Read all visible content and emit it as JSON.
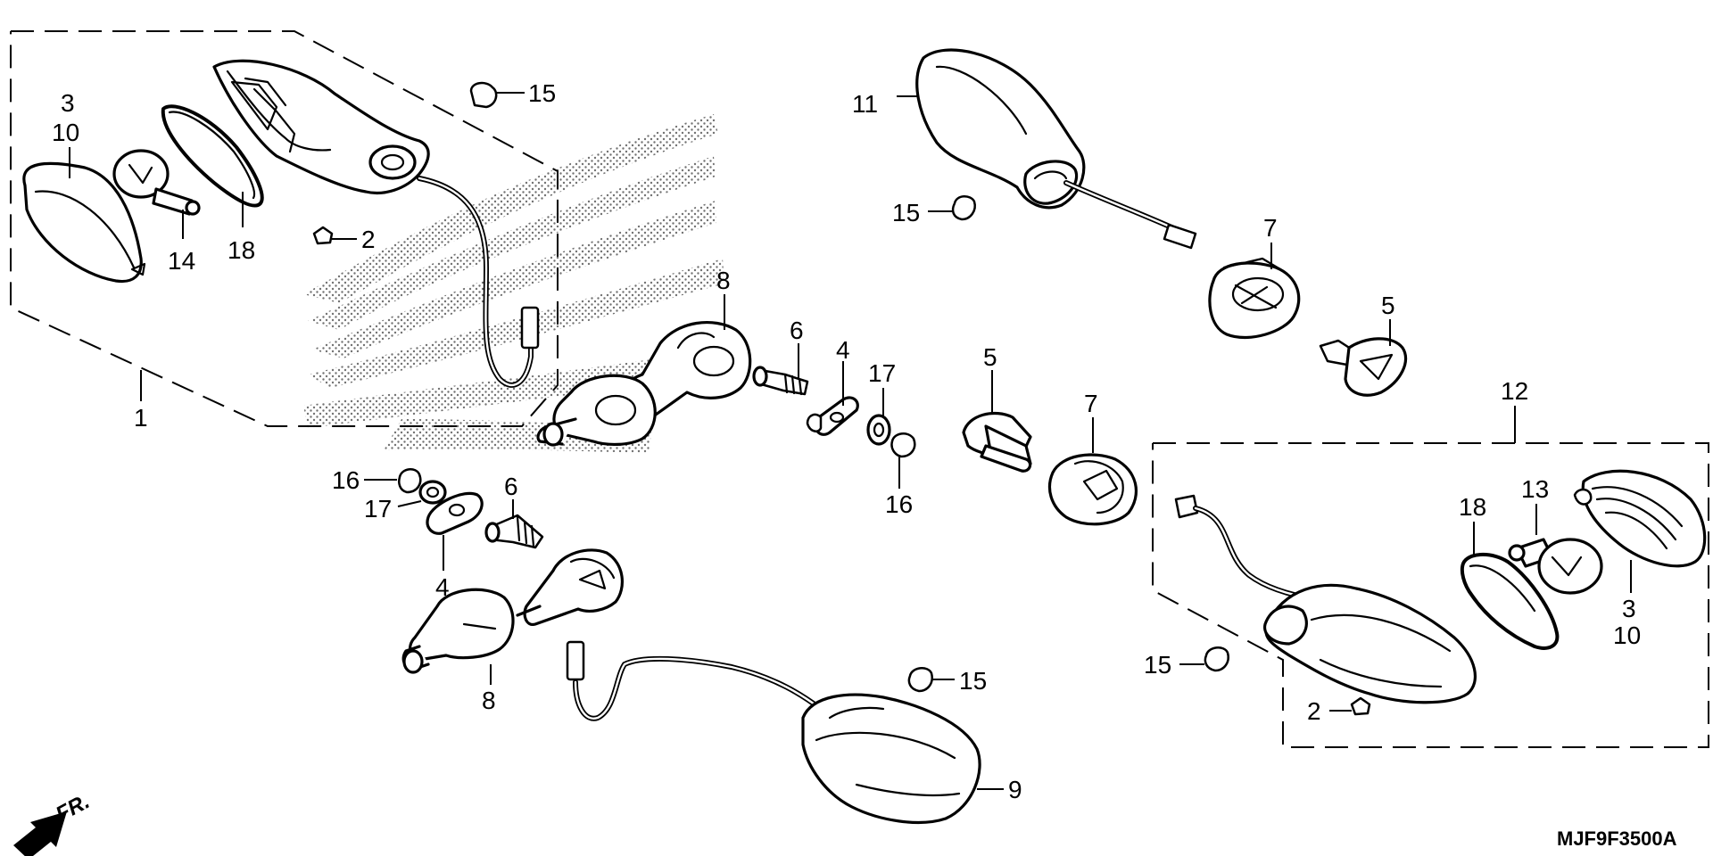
{
  "diagram": {
    "code": "MJF9F3500A",
    "direction_label": "FR.",
    "callouts": [
      {
        "id": "c1",
        "text": "1"
      },
      {
        "id": "c3a",
        "text": "3"
      },
      {
        "id": "c10a",
        "text": "10"
      },
      {
        "id": "c14",
        "text": "14"
      },
      {
        "id": "c18a",
        "text": "18"
      },
      {
        "id": "c2a",
        "text": "2"
      },
      {
        "id": "c15a",
        "text": "15"
      },
      {
        "id": "c11",
        "text": "11"
      },
      {
        "id": "c15b",
        "text": "15"
      },
      {
        "id": "c7a",
        "text": "7"
      },
      {
        "id": "c5a",
        "text": "5"
      },
      {
        "id": "c8a",
        "text": "8"
      },
      {
        "id": "c6a",
        "text": "6"
      },
      {
        "id": "c4a",
        "text": "4"
      },
      {
        "id": "c17a",
        "text": "17"
      },
      {
        "id": "c16a",
        "text": "16"
      },
      {
        "id": "c5b",
        "text": "5"
      },
      {
        "id": "c7b",
        "text": "7"
      },
      {
        "id": "c12",
        "text": "12"
      },
      {
        "id": "c18b",
        "text": "18"
      },
      {
        "id": "c13",
        "text": "13"
      },
      {
        "id": "c3b",
        "text": "3"
      },
      {
        "id": "c10b",
        "text": "10"
      },
      {
        "id": "c16b",
        "text": "16"
      },
      {
        "id": "c17b",
        "text": "17"
      },
      {
        "id": "c6b",
        "text": "6"
      },
      {
        "id": "c4b",
        "text": "4"
      },
      {
        "id": "c8b",
        "text": "8"
      },
      {
        "id": "c15c",
        "text": "15"
      },
      {
        "id": "c9",
        "text": "9"
      },
      {
        "id": "c15d",
        "text": "15"
      },
      {
        "id": "c2b",
        "text": "2"
      }
    ]
  }
}
